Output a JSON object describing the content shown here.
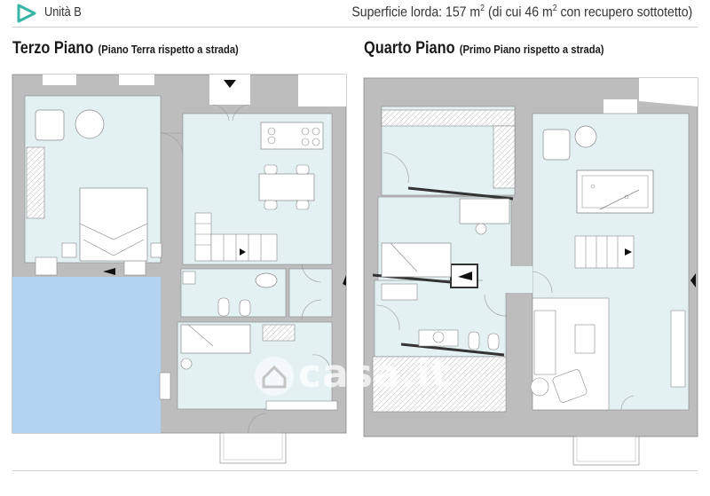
{
  "header": {
    "unit_label": "Unità B",
    "area_prefix": "Superficie lorda: 157 m",
    "area_sup1": "2",
    "area_mid": " (di cui 46 m",
    "area_sup2": "2",
    "area_suffix": " con recupero sottotetto)"
  },
  "floors": {
    "left": {
      "title": "Terzo Piano",
      "subtitle": "(Piano Terra rispetto a strada)"
    },
    "right": {
      "title": "Quarto Piano",
      "subtitle": "(Primo Piano rispetto a strada)"
    }
  },
  "watermark": "casa.it",
  "colors": {
    "room_fill": "#e4f1f3",
    "wall_fill": "#bdbdbd",
    "highlight_blue": "#b3d3f2",
    "logo_teal": "#37b6a7"
  }
}
